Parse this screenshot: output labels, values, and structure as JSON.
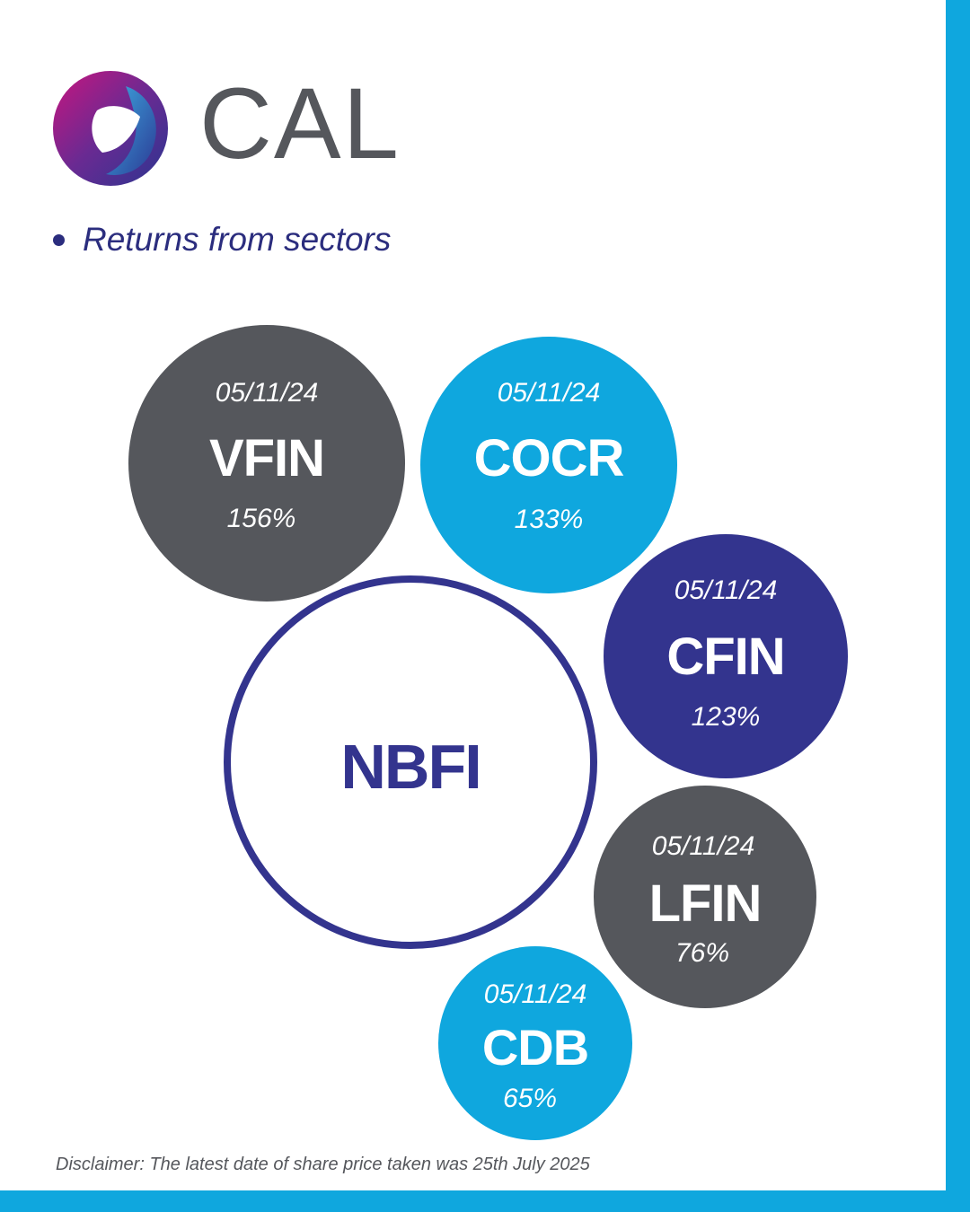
{
  "brand": {
    "name": "CAL"
  },
  "heading": {
    "bullet_text": "Returns from sectors"
  },
  "center": {
    "label": "NBFI"
  },
  "bubbles": [
    {
      "date": "05/11/24",
      "ticker": "VFIN",
      "return": "156%",
      "color": "#55575c"
    },
    {
      "date": "05/11/24",
      "ticker": "COCR",
      "return": "133%",
      "color": "#0fa7de"
    },
    {
      "date": "05/11/24",
      "ticker": "CFIN",
      "return": "123%",
      "color": "#33348e"
    },
    {
      "date": "05/11/24",
      "ticker": "LFIN",
      "return": "76%",
      "color": "#55575c"
    },
    {
      "date": "05/11/24",
      "ticker": "CDB",
      "return": "65%",
      "color": "#0fa7de"
    }
  ],
  "disclaimer": "Disclaimer: The latest date of share price taken was 25th July 2025",
  "colors": {
    "frame": "#0fa7de",
    "navy": "#33348e",
    "grey": "#55575c",
    "cyan": "#0fa7de"
  }
}
